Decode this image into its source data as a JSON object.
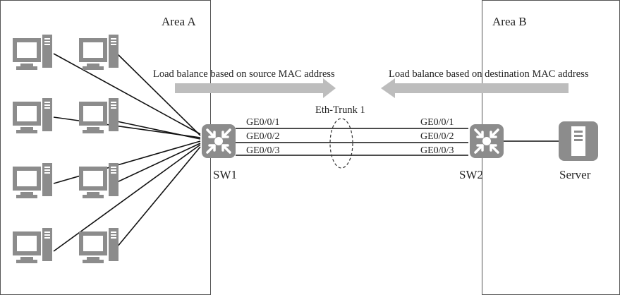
{
  "areas": {
    "a": {
      "label": "Area A"
    },
    "b": {
      "label": "Area B"
    }
  },
  "arrows": {
    "source": {
      "label": "Load balance based on source MAC address",
      "direction": "right"
    },
    "destination": {
      "label": "Load balance based on destination MAC address",
      "direction": "left"
    }
  },
  "trunk": {
    "label": "Eth-Trunk 1"
  },
  "switches": {
    "sw1": {
      "label": "SW1",
      "ports": [
        "GE0/0/1",
        "GE0/0/2",
        "GE0/0/3"
      ]
    },
    "sw2": {
      "label": "SW2",
      "ports": [
        "GE0/0/1",
        "GE0/0/2",
        "GE0/0/3"
      ]
    }
  },
  "server": {
    "label": "Server"
  },
  "pcs": {
    "count": 8
  },
  "colors": {
    "icon": "#8c8c8c",
    "arrow": "#bdbdbd",
    "line": "#111111",
    "frame": "#555555"
  }
}
